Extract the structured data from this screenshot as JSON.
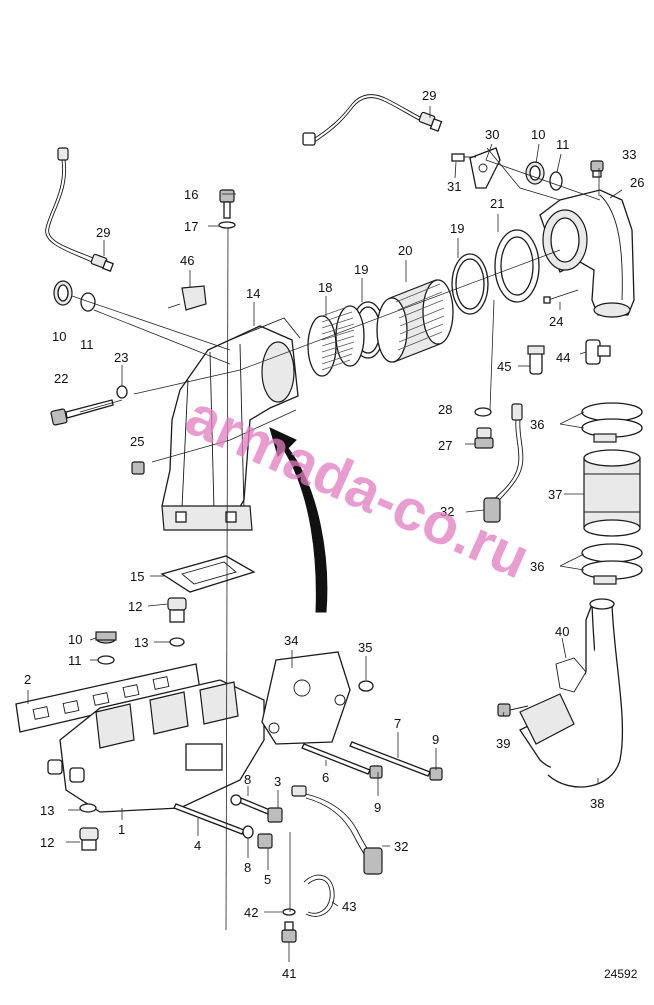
{
  "drawing_number": "24592",
  "watermark": "armada-co.ru",
  "callouts": [
    {
      "id": "c29a",
      "label": "29"
    },
    {
      "id": "c30",
      "label": "30"
    },
    {
      "id": "c10a",
      "label": "10"
    },
    {
      "id": "c11a",
      "label": "11"
    },
    {
      "id": "c33",
      "label": "33"
    },
    {
      "id": "c31",
      "label": "31"
    },
    {
      "id": "c26",
      "label": "26"
    },
    {
      "id": "c16",
      "label": "16"
    },
    {
      "id": "c17",
      "label": "17"
    },
    {
      "id": "c21",
      "label": "21"
    },
    {
      "id": "c29b",
      "label": "29"
    },
    {
      "id": "c19a",
      "label": "19"
    },
    {
      "id": "c20",
      "label": "20"
    },
    {
      "id": "c46",
      "label": "46"
    },
    {
      "id": "c19b",
      "label": "19"
    },
    {
      "id": "c18",
      "label": "18"
    },
    {
      "id": "c14",
      "label": "14"
    },
    {
      "id": "c10b",
      "label": "10"
    },
    {
      "id": "c11b",
      "label": "11"
    },
    {
      "id": "c24",
      "label": "24"
    },
    {
      "id": "c23",
      "label": "23"
    },
    {
      "id": "c45",
      "label": "45"
    },
    {
      "id": "c44",
      "label": "44"
    },
    {
      "id": "c22",
      "label": "22"
    },
    {
      "id": "c28",
      "label": "28"
    },
    {
      "id": "c36a",
      "label": "36"
    },
    {
      "id": "c27",
      "label": "27"
    },
    {
      "id": "c25",
      "label": "25"
    },
    {
      "id": "c37",
      "label": "37"
    },
    {
      "id": "c32a",
      "label": "32"
    },
    {
      "id": "c36b",
      "label": "36"
    },
    {
      "id": "c15",
      "label": "15"
    },
    {
      "id": "c12a",
      "label": "12"
    },
    {
      "id": "c40",
      "label": "40"
    },
    {
      "id": "c10c",
      "label": "10"
    },
    {
      "id": "c13a",
      "label": "13"
    },
    {
      "id": "c34",
      "label": "34"
    },
    {
      "id": "c35",
      "label": "35"
    },
    {
      "id": "c11c",
      "label": "11"
    },
    {
      "id": "c2",
      "label": "2"
    },
    {
      "id": "c7",
      "label": "7"
    },
    {
      "id": "c39",
      "label": "39"
    },
    {
      "id": "c9a",
      "label": "9"
    },
    {
      "id": "c6",
      "label": "6"
    },
    {
      "id": "c8a",
      "label": "8"
    },
    {
      "id": "c3",
      "label": "3"
    },
    {
      "id": "c9b",
      "label": "9"
    },
    {
      "id": "c38",
      "label": "38"
    },
    {
      "id": "c13b",
      "label": "13"
    },
    {
      "id": "c1",
      "label": "1"
    },
    {
      "id": "c32b",
      "label": "32"
    },
    {
      "id": "c12b",
      "label": "12"
    },
    {
      "id": "c4",
      "label": "4"
    },
    {
      "id": "c8b",
      "label": "8"
    },
    {
      "id": "c5",
      "label": "5"
    },
    {
      "id": "c43",
      "label": "43"
    },
    {
      "id": "c42",
      "label": "42"
    },
    {
      "id": "c41",
      "label": "41"
    }
  ]
}
